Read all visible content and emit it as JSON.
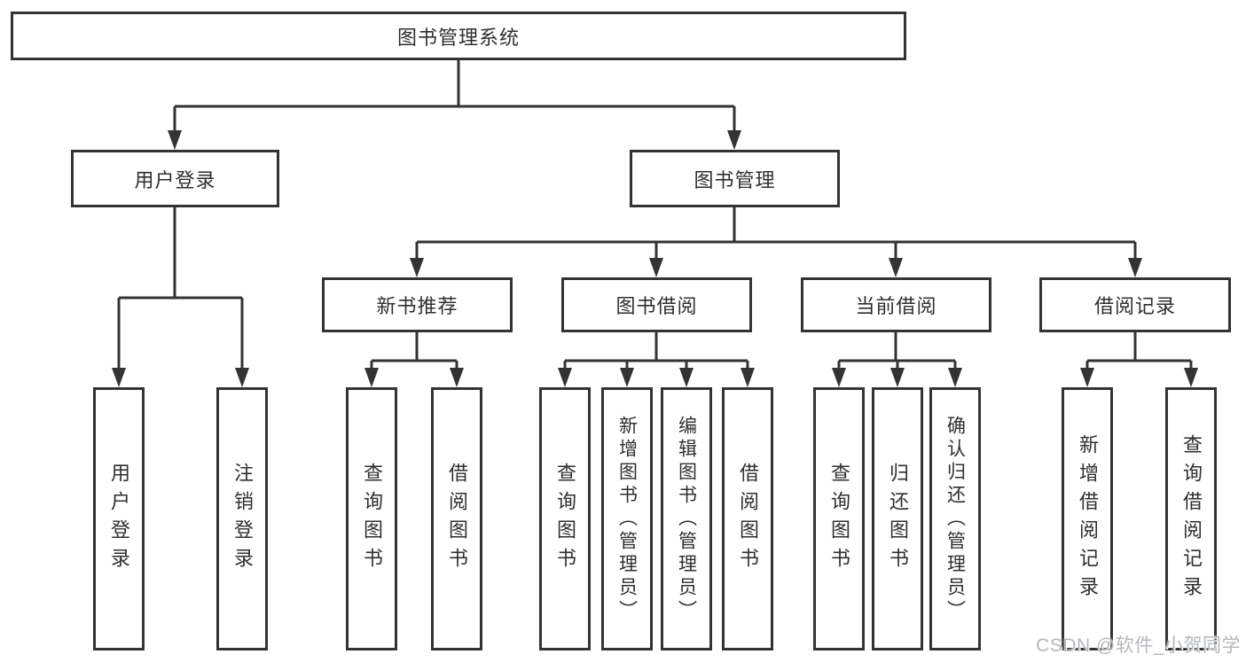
{
  "diagram_title": "图书管理系统",
  "nodes": {
    "root": {
      "label": "图书管理系统"
    },
    "user_login": {
      "label": "用户登录"
    },
    "book_mgmt": {
      "label": "图书管理"
    },
    "new_book": {
      "label": "新书推荐"
    },
    "book_borrow": {
      "label": "图书借阅"
    },
    "current_borrow": {
      "label": "当前借阅"
    },
    "borrow_record": {
      "label": "借阅记录"
    },
    "ul_login": {
      "label": "用户登录"
    },
    "ul_logout": {
      "label": "注销登录"
    },
    "nb_query": {
      "label": "查询图书"
    },
    "nb_borrow": {
      "label": "借阅图书"
    },
    "bb_query": {
      "label": "查询图书"
    },
    "bb_add": {
      "label": "新增图书（管理员）"
    },
    "bb_edit": {
      "label": "编辑图书（管理员）"
    },
    "bb_borrow": {
      "label": "借阅图书"
    },
    "cb_query": {
      "label": "查询图书"
    },
    "cb_return": {
      "label": "归还图书"
    },
    "cb_confirm": {
      "label": "确认归还（管理员）"
    },
    "br_add": {
      "label": "新增借阅记录"
    },
    "br_query": {
      "label": "查询借阅记录"
    }
  },
  "hierarchy": {
    "图书管理系统": {
      "用户登录": [
        "用户登录",
        "注销登录"
      ],
      "图书管理": {
        "新书推荐": [
          "查询图书",
          "借阅图书"
        ],
        "图书借阅": [
          "查询图书",
          "新增图书（管理员）",
          "编辑图书（管理员）",
          "借阅图书"
        ],
        "当前借阅": [
          "查询图书",
          "归还图书",
          "确认归还（管理员）"
        ],
        "借阅记录": [
          "新增借阅记录",
          "查询借阅记录"
        ]
      }
    }
  },
  "watermark": {
    "text": "CSDN @软件_小贺同学"
  },
  "colors": {
    "line": "#333333",
    "box_border": "#333333",
    "text": "#2f2f2f",
    "watermark": "#b5b8bc",
    "background": "#ffffff"
  }
}
